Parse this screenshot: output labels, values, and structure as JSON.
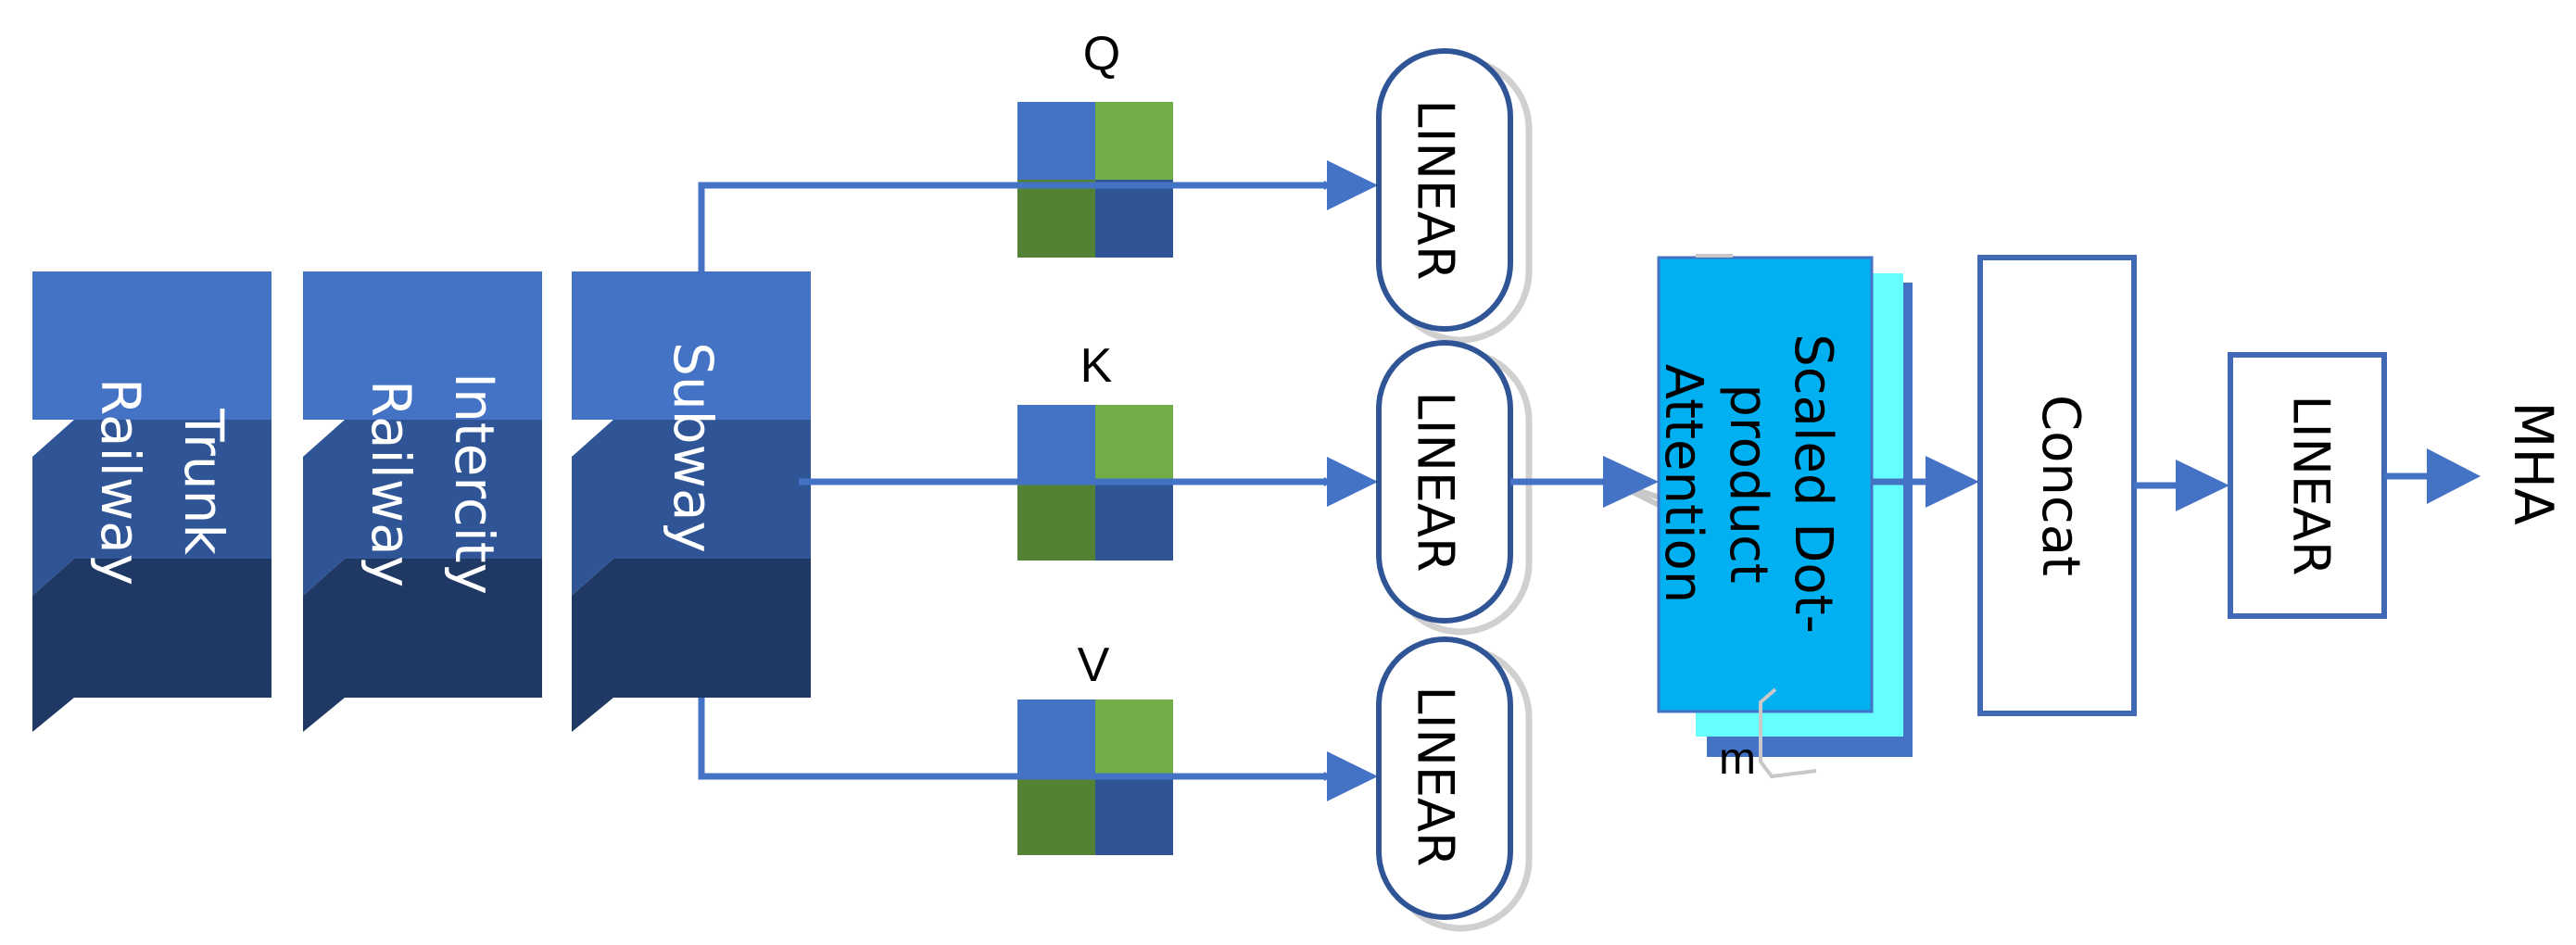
{
  "inputs": {
    "trunk": [
      "Trunk",
      "Railway"
    ],
    "intercity": [
      "Intercity",
      "Railway"
    ],
    "subway": [
      "Subway"
    ]
  },
  "matrices": {
    "q": "Q",
    "k": "K",
    "v": "V"
  },
  "linear_label": "LINEAR",
  "attention": [
    "Scaled Dot-",
    "product",
    "Attention"
  ],
  "stack_label": "m",
  "concat_label": "Concat",
  "output_label": "MHA",
  "colors": {
    "blue_light": "#4472C4",
    "blue_mid": "#2F5597",
    "blue_dark": "#203864",
    "green_light": "#70AD47",
    "green_dark": "#548235",
    "navy": "#2F5597",
    "attention_fill": "#00B0F0",
    "attention_back": "#66FFFF",
    "arrow": "#4472C4",
    "box_border": "#4169B5"
  }
}
